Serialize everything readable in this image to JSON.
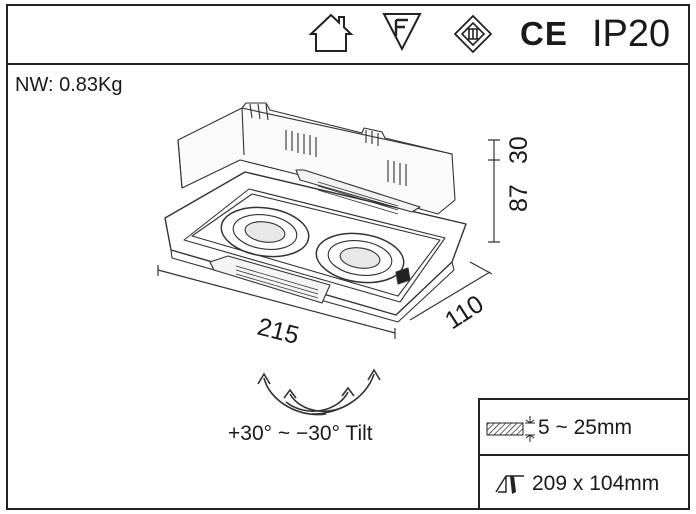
{
  "header": {
    "icons": [
      "indoor-house-icon",
      "f-mark-triangle-icon",
      "class-iii-icon"
    ],
    "ce_mark": "CE",
    "ip_rating": "IP20"
  },
  "net_weight": "NW: 0.83Kg",
  "dimensions": {
    "length": "215",
    "width": "110",
    "height": "87",
    "height_top": "30"
  },
  "tilt": {
    "label": "+30° ~ −30° Tilt"
  },
  "specs": {
    "ceiling_thickness": "5 ~ 25mm",
    "cutout": "209 x 104mm"
  }
}
